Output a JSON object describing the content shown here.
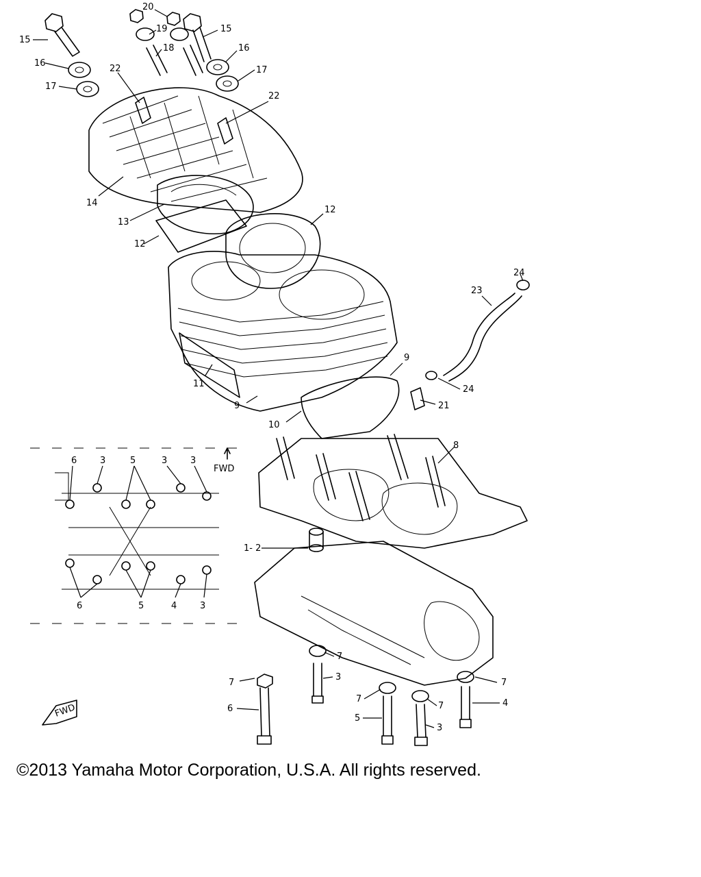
{
  "diagram": {
    "callouts": [
      {
        "id": "c15a",
        "text": "15"
      },
      {
        "id": "c16a",
        "text": "16"
      },
      {
        "id": "c17a",
        "text": "17"
      },
      {
        "id": "c20",
        "text": "20"
      },
      {
        "id": "c19",
        "text": "19"
      },
      {
        "id": "c15b",
        "text": "15"
      },
      {
        "id": "c18",
        "text": "18"
      },
      {
        "id": "c16b",
        "text": "16"
      },
      {
        "id": "c17b",
        "text": "17"
      },
      {
        "id": "c22a",
        "text": "22"
      },
      {
        "id": "c22b",
        "text": "22"
      },
      {
        "id": "c14",
        "text": "14"
      },
      {
        "id": "c13",
        "text": "13"
      },
      {
        "id": "c12a",
        "text": "12"
      },
      {
        "id": "c12b",
        "text": "12"
      },
      {
        "id": "c24a",
        "text": "24"
      },
      {
        "id": "c23",
        "text": "23"
      },
      {
        "id": "c11",
        "text": "11"
      },
      {
        "id": "c9a",
        "text": "9"
      },
      {
        "id": "c9b",
        "text": "9"
      },
      {
        "id": "c24b",
        "text": "24"
      },
      {
        "id": "c21",
        "text": "21"
      },
      {
        "id": "c10",
        "text": "10"
      },
      {
        "id": "c8",
        "text": "8"
      },
      {
        "id": "c1_2",
        "text": "1- 2"
      },
      {
        "id": "c7a",
        "text": "7"
      },
      {
        "id": "c3a",
        "text": "3"
      },
      {
        "id": "c7b",
        "text": "7"
      },
      {
        "id": "c6a",
        "text": "6"
      },
      {
        "id": "c7c",
        "text": "7"
      },
      {
        "id": "c7d",
        "text": "7"
      },
      {
        "id": "c7e",
        "text": "7"
      },
      {
        "id": "c5a",
        "text": "5"
      },
      {
        "id": "c3b",
        "text": "3"
      },
      {
        "id": "c4a",
        "text": "4"
      }
    ],
    "inset": {
      "fwd_label": "FWD",
      "top_numbers": [
        "6",
        "3",
        "5",
        "3",
        "3"
      ],
      "bottom_numbers": [
        "6",
        "5",
        "4",
        "3"
      ]
    },
    "fwd_badge": "FWD"
  },
  "footer": {
    "copyright": "©2013 Yamaha Motor Corporation, U.S.A. All rights reserved."
  }
}
